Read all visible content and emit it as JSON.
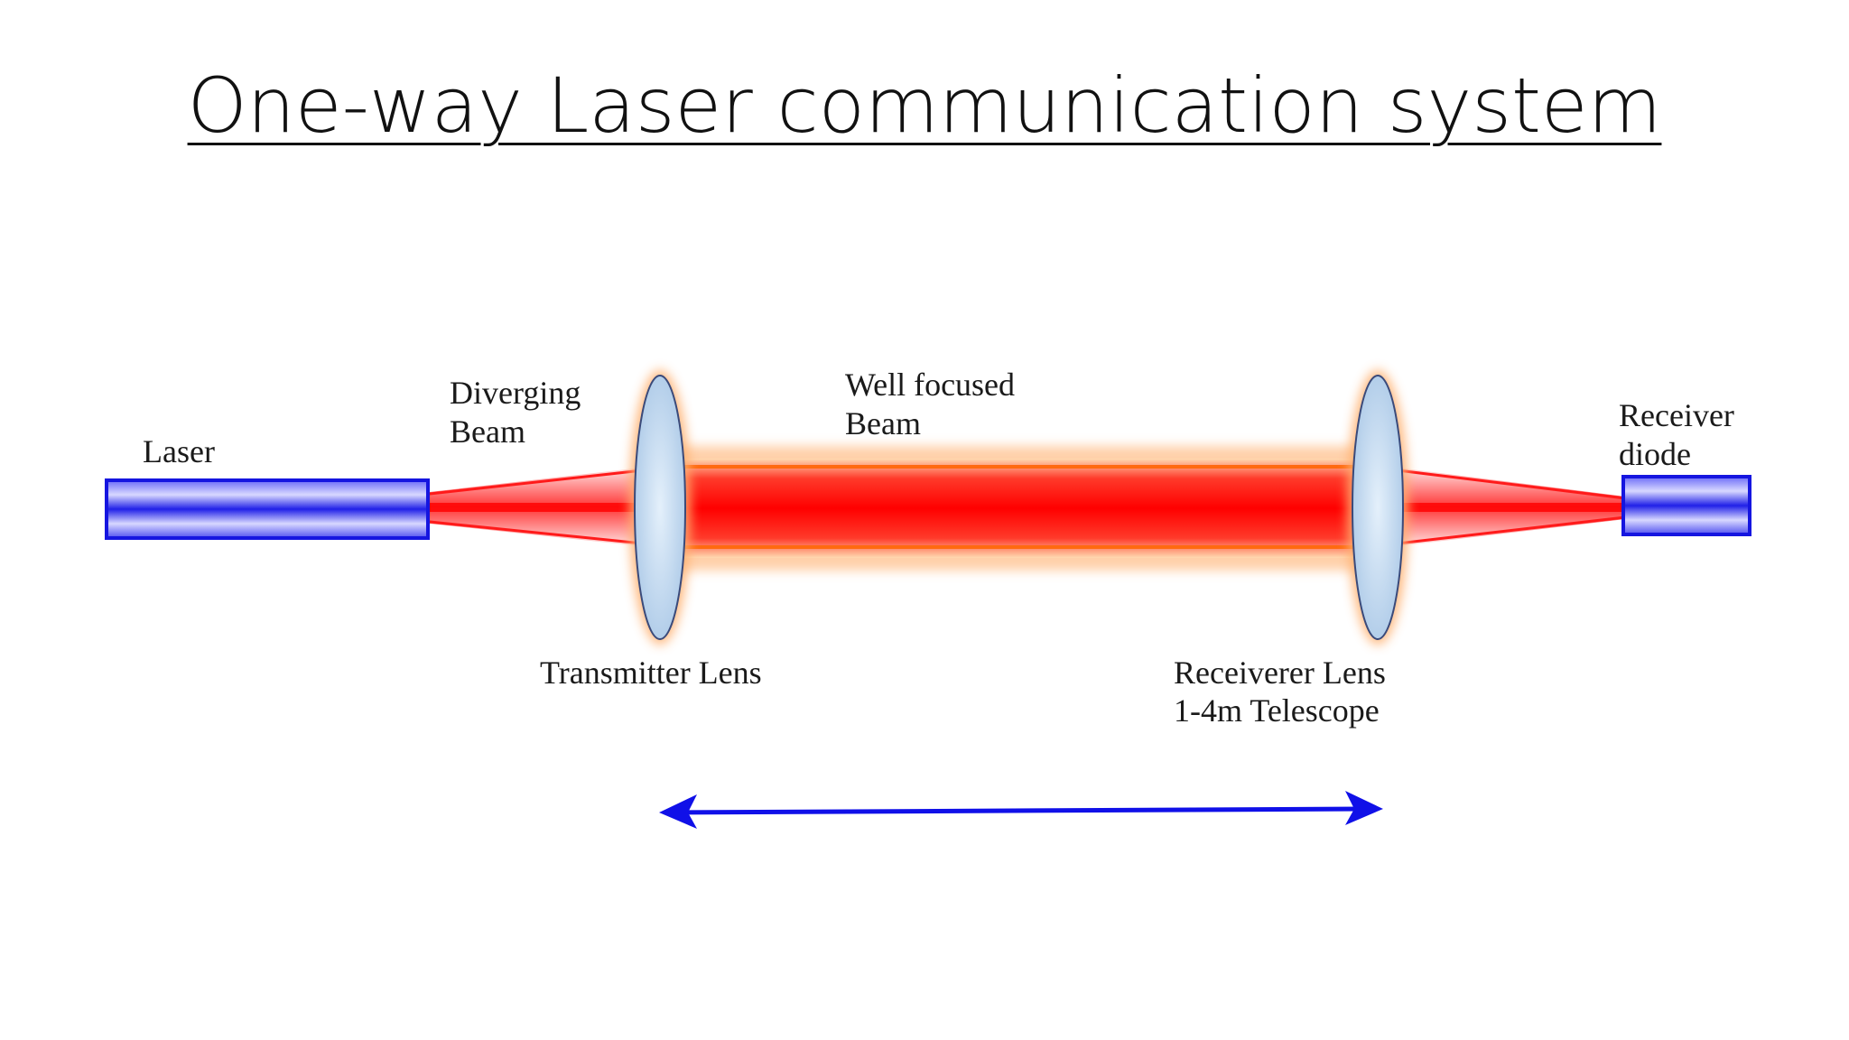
{
  "title": "One-way Laser communication system",
  "labels": {
    "laser": "Laser",
    "diverging_beam": [
      "Diverging",
      "Beam"
    ],
    "well_focused_beam": [
      "Well focused",
      "Beam"
    ],
    "receiver_diode": [
      "Receiver",
      "diode"
    ],
    "transmitter_lens": "Transmitter Lens",
    "receiver_lens": [
      "Receiverer Lens",
      "1-4m Telescope"
    ]
  },
  "colors": {
    "beam": "#ff1a1a",
    "beam_glow": "#ffb27a",
    "device": "#2a2af0",
    "lens": "#bcd6ef",
    "arrow": "#1010e8"
  }
}
